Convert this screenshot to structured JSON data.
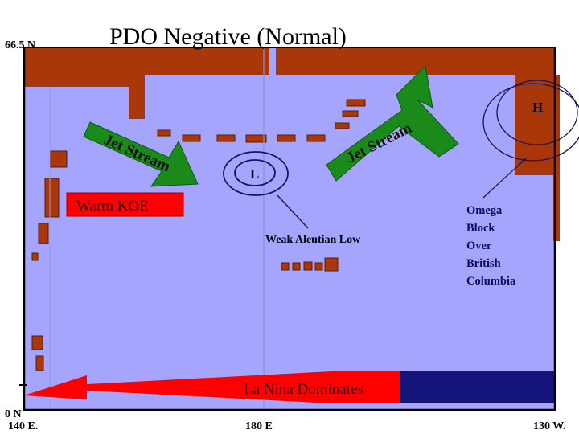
{
  "slide": {
    "title": "PDO Negative (Normal)"
  },
  "axes": {
    "top_left_label": "66.5 N",
    "bottom_left_label": "0 N",
    "x_labels": [
      "140 E.",
      "180 E",
      "130 W."
    ]
  },
  "annotations": {
    "jet_stream_left": "Jet Stream",
    "jet_stream_right": "Jet Stream",
    "warm_koe": "Warm KOE",
    "weak_aleutian_low": "Weak Aleutian Low",
    "omega_block": "Omega\nBlock\nOver\nBritish\nColumbia",
    "omega_block_lines": [
      "Omega",
      "Block",
      "Over",
      "British",
      "Columbia"
    ],
    "low_symbol": "L",
    "high_symbol": "H",
    "la_nina": "La Nina Dominates"
  },
  "colors": {
    "land": "#a93709",
    "ocean": "#a5a5fd",
    "jet_arrow": "#1a8a1a",
    "warm_box": "#fe0000",
    "la_nina_arrow": "#fe0000",
    "cold_bar": "#14147a",
    "isobar": "#1a1a5e",
    "frame": "#000000",
    "background": "#ffffff"
  },
  "icons": {
    "low_pressure": "low-pressure-icon",
    "high_pressure": "high-pressure-icon",
    "jet_arrow_left": "arrow-down-right-icon",
    "jet_arrow_right": "arrow-up-right-icon",
    "la_nina_arrow": "arrow-left-icon"
  }
}
